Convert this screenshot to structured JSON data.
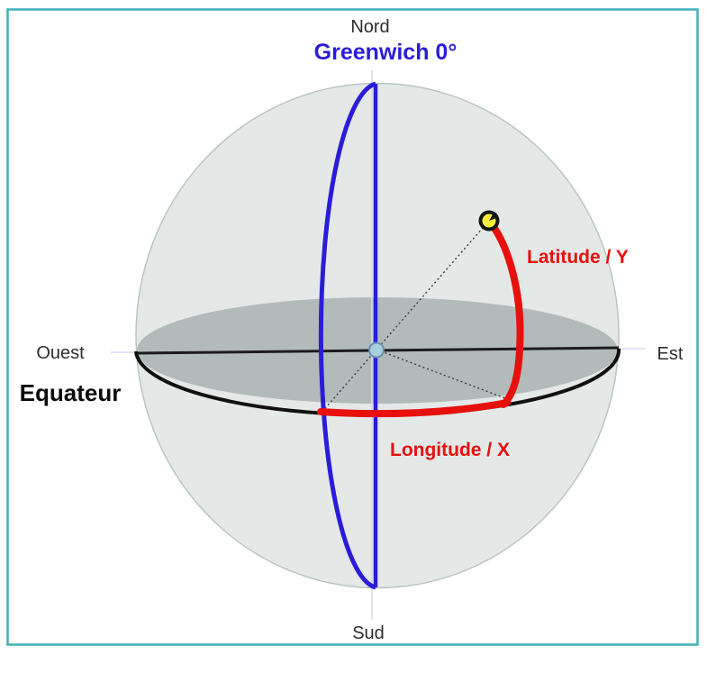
{
  "labels": {
    "north": "Nord",
    "greenwich": "Greenwich 0°",
    "west": "Ouest",
    "equator": "Equateur",
    "east": "Est",
    "south": "Sud",
    "latitude": "Latitude / Y",
    "longitude": "Longitude / X"
  },
  "colors": {
    "frame_teal": "#3fb1b6",
    "meridian_blue": "#2a1dd9",
    "highlight_red": "#e8100d",
    "point_yellow": "#f7ef3c",
    "sphere_fill": "#e4e9e8",
    "equator_disk_fill": "#b3bbba",
    "center_dot_fill": "#a9cede"
  }
}
